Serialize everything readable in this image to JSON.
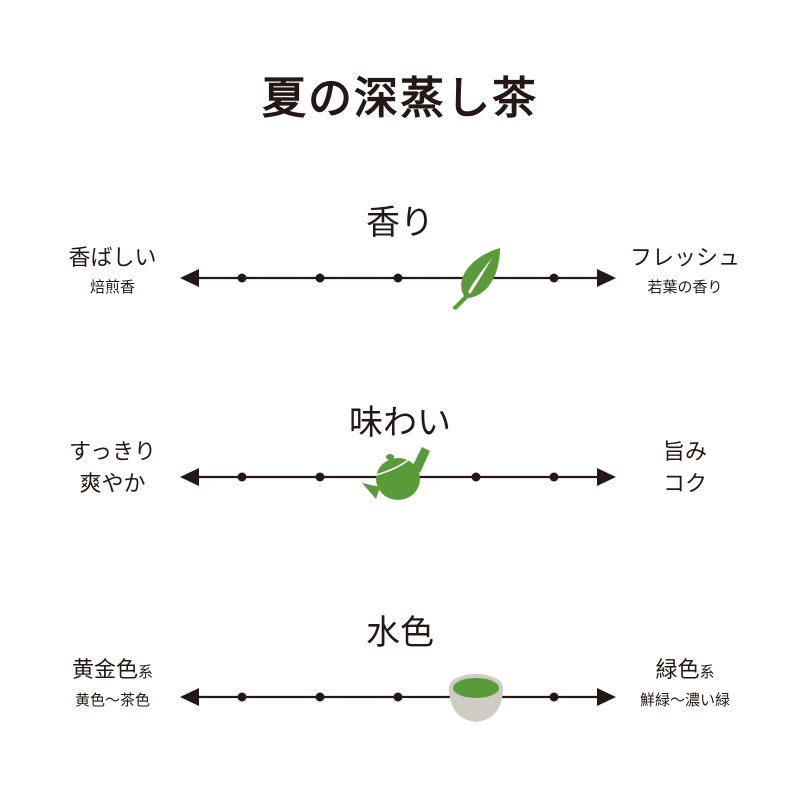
{
  "title": "夏の深蒸し茶",
  "colors": {
    "ink": "#231815",
    "green": "#5b9a3a",
    "cup": "#cfccc4"
  },
  "scale_points": 5,
  "scales": [
    {
      "label": "香り",
      "left_main": "香ばしい",
      "left_sub": "焙煎香",
      "right_main": "フレッシュ",
      "right_sub": "若葉の香り",
      "marker": "leaf-icon",
      "value": 4
    },
    {
      "label": "味わい",
      "left_main": "すっきり",
      "left_sub": "爽やか",
      "right_main": "旨み",
      "right_sub": "コク",
      "marker": "teapot-icon",
      "value": 3
    },
    {
      "label": "水色",
      "left_main": "黄金色",
      "left_suffix": "系",
      "left_sub": "黄色〜茶色",
      "right_main": "緑色",
      "right_suffix": "系",
      "right_sub": "鮮緑〜濃い緑",
      "marker": "teacup-icon",
      "value": 4
    }
  ]
}
